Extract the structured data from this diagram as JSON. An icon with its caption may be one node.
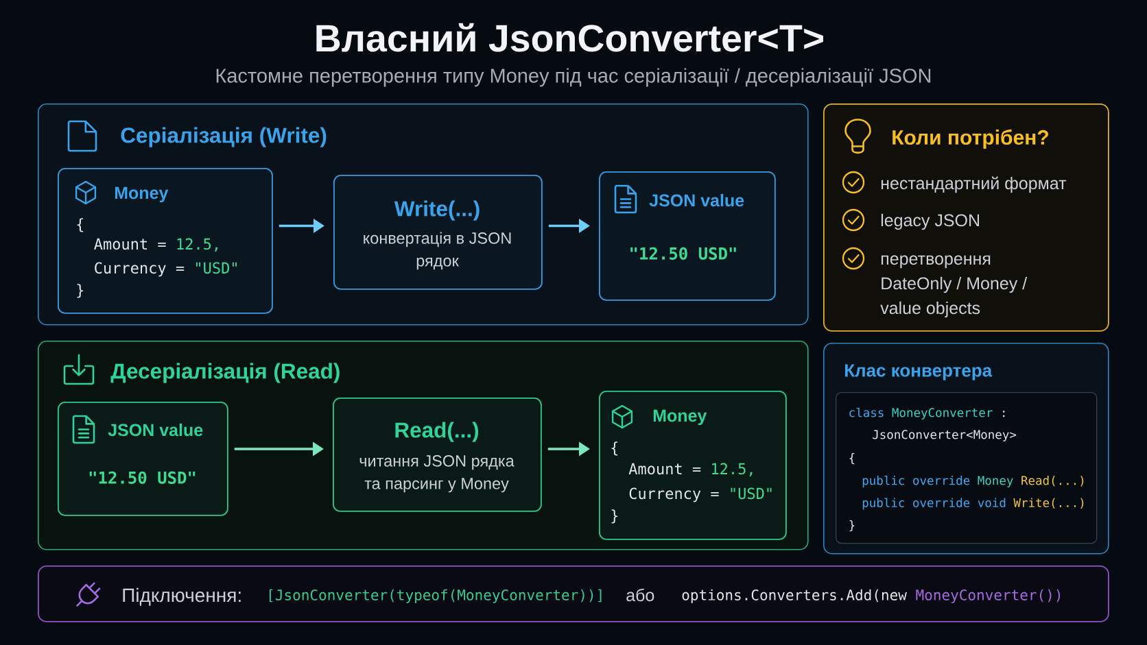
{
  "diagram": {
    "title": "Власний JsonConverter<T>",
    "nodes": [
      {
        "text": [
          "Серіалізація (Write)"
        ]
      },
      {
        "text": [
          "Money",
          "{",
          "Amount = 12.5,",
          "Currency = \"USD\"",
          "}"
        ],
        "in": 0
      },
      {
        "text": [
          "Write(...)",
          "конвертація в JSON рядок"
        ],
        "in": 0
      },
      {
        "text": [
          "JSON value",
          "\"12.50 USD\""
        ],
        "in": 0
      },
      {
        "text": [
          "Коли потрібен?",
          "нестандартний формат",
          "legacy JSON",
          "перетворення DateOnly / Money / value objects"
        ]
      },
      {
        "text": [
          "Десеріалізація (Read)"
        ]
      },
      {
        "text": [
          "JSON value",
          "\"12.50 USD\""
        ],
        "in": 5
      },
      {
        "text": [
          "Read(...)",
          "читання JSON рядка та парсинг у Money"
        ],
        "in": 5
      },
      {
        "text": [
          "Money",
          "{",
          "Amount = 12.5,",
          "Currency = \"USD\"",
          "}"
        ],
        "in": 5
      },
      {
        "text": [
          "Клас конвертера"
        ]
      },
      {
        "text": [
          "class MoneyConverter :",
          "JsonConverter<Money>",
          "{",
          "public override Money Read(...)",
          "public override void Write(...)",
          "}"
        ],
        "in": 9
      },
      {
        "text": [
          "Підключення:",
          "[JsonConverter(typeof(MoneyConverter))]",
          "або",
          "options.Converters.Add(new MoneyConverter())"
        ]
      }
    ],
    "edges": [
      {
        "from": 1,
        "to": 2,
        "arrow": "to"
      },
      {
        "from": 2,
        "to": 3,
        "arrow": "to"
      },
      {
        "from": 6,
        "to": 7,
        "arrow": "to",
        "color": "#7be6c6"
      },
      {
        "from": 7,
        "to": 8,
        "arrow": "to",
        "color": "#7be6c6"
      }
    ],
    "labels": [
      "Кастомне перетворення типу Money під час серіалізації / десеріалізації JSON"
    ]
  }
}
